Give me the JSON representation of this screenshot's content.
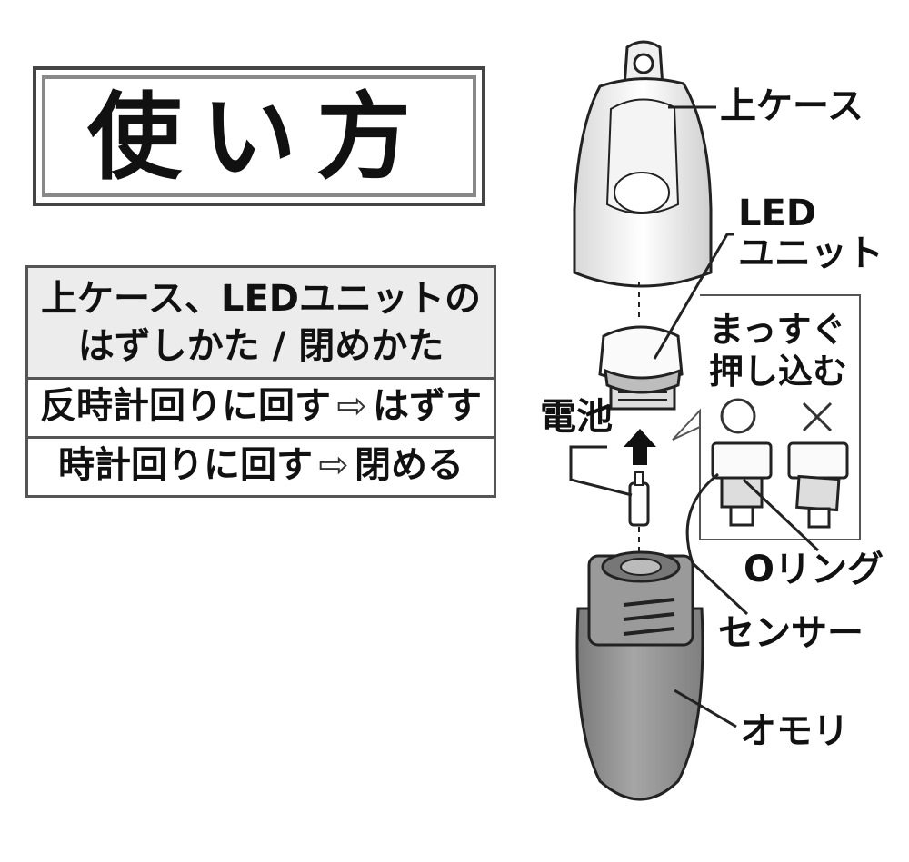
{
  "title": "使い方",
  "instructions": {
    "heading_line1": "上ケース、LEDユニットの",
    "heading_line2": "はずしかた / 閉めかた",
    "rows": [
      {
        "action": "反時計回りに回す",
        "arrow": "⇨",
        "result": "はずす"
      },
      {
        "action": "時計回りに回す",
        "arrow": "⇨",
        "result": "閉める"
      }
    ]
  },
  "labels": {
    "upper_case": "上ケース",
    "led_line1": "LED",
    "led_line2": "ユニット",
    "push_line1": "まっすぐ",
    "push_line2": "押し込む",
    "ok_mark": "○",
    "ng_mark": "×",
    "battery": "電池",
    "o_ring": "Oリング",
    "sensor": "センサー",
    "weight": "オモリ"
  },
  "colors": {
    "line": "#222222",
    "body_gray": "#8f8f8f",
    "box_border": "#444444",
    "heading_bg": "#ececec"
  }
}
